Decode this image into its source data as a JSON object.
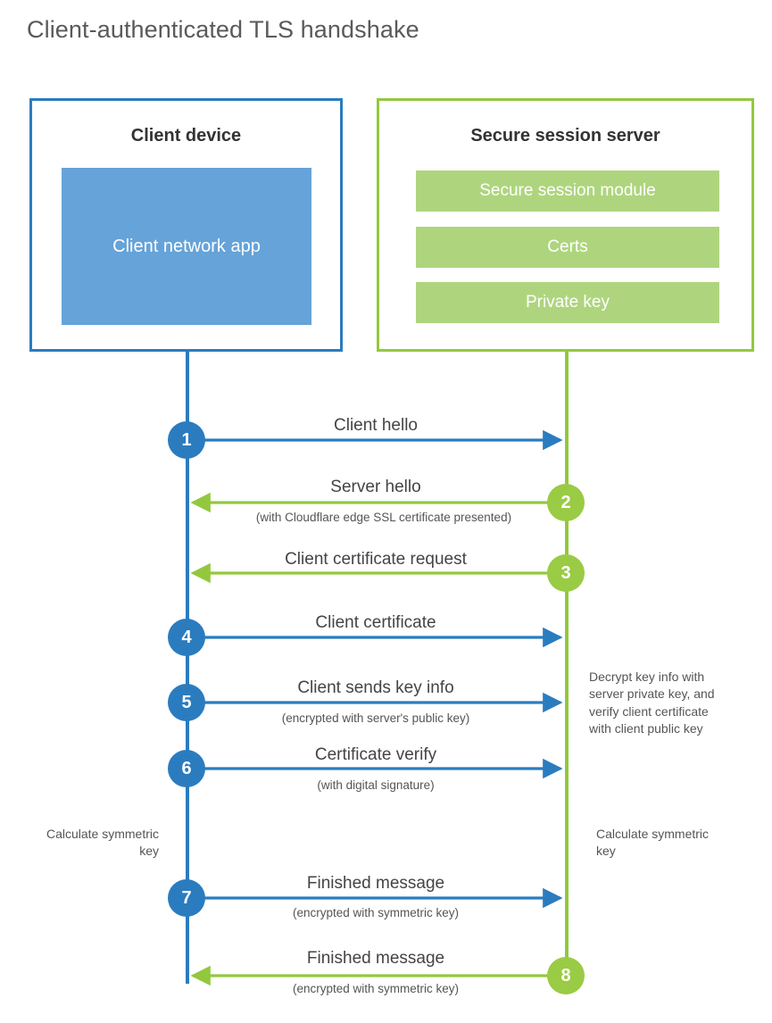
{
  "title": "Client-authenticated TLS handshake",
  "colors": {
    "client_blue": "#2b7cbf",
    "client_panel_blue": "#65a3d9",
    "server_green": "#93c83e",
    "server_panel_green": "#aed57e",
    "badge_green": "#9acb45",
    "title_gray": "#5a5a5a",
    "text_gray": "#444444"
  },
  "actors": {
    "client": {
      "title": "Client device",
      "panel": "Client network app"
    },
    "server": {
      "title": "Secure session server",
      "panels": [
        "Secure session module",
        "Certs",
        "Private key"
      ]
    }
  },
  "messages": [
    {
      "step": "1",
      "label": "Client hello",
      "sub": "",
      "direction": "client-to-server",
      "side": "client"
    },
    {
      "step": "2",
      "label": "Server hello",
      "sub": "(with Cloudflare edge SSL certificate presented)",
      "direction": "server-to-client",
      "side": "server"
    },
    {
      "step": "3",
      "label": "Client certificate request",
      "sub": "",
      "direction": "server-to-client",
      "side": "server"
    },
    {
      "step": "4",
      "label": "Client certificate",
      "sub": "",
      "direction": "client-to-server",
      "side": "client"
    },
    {
      "step": "5",
      "label": "Client sends key info",
      "sub": "(encrypted with server's public key)",
      "direction": "client-to-server",
      "side": "client"
    },
    {
      "step": "6",
      "label": "Certificate verify",
      "sub": "(with digital signature)",
      "direction": "client-to-server",
      "side": "client"
    },
    {
      "step": "7",
      "label": "Finished message",
      "sub": "(encrypted with symmetric key)",
      "direction": "client-to-server",
      "side": "client"
    },
    {
      "step": "8",
      "label": "Finished message",
      "sub": "(encrypted with symmetric key)",
      "direction": "server-to-client",
      "side": "server"
    }
  ],
  "notes": {
    "server_decrypt": "Decrypt key info with server private key, and verify client certificate with client public key",
    "client_calculate": "Calculate symmetric key",
    "server_calculate": "Calculate symmetric key"
  }
}
